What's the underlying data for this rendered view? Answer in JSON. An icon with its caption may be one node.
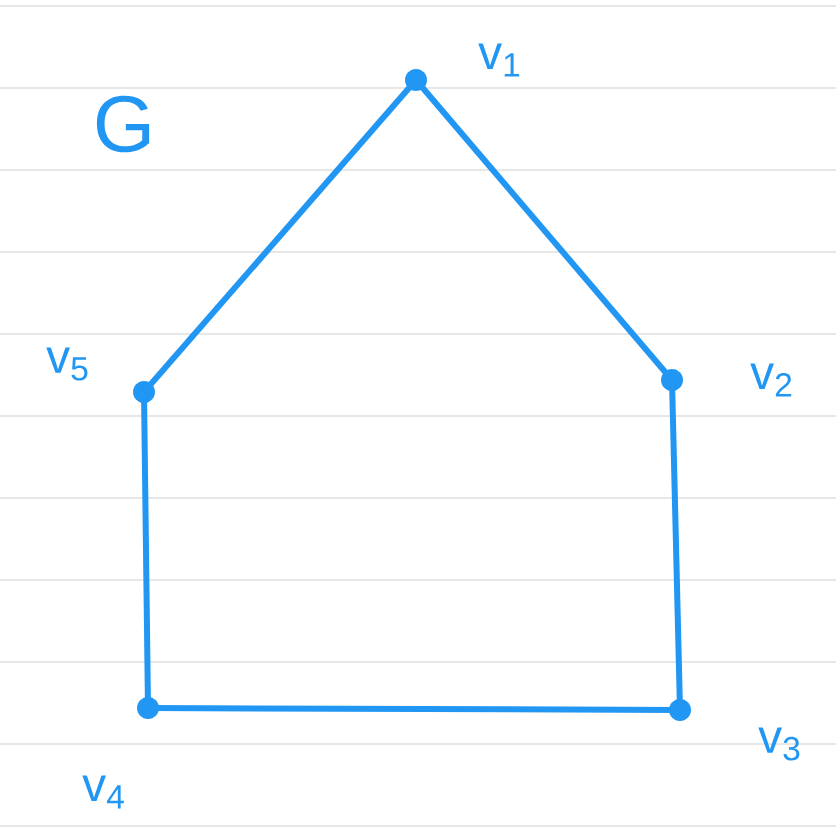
{
  "diagram": {
    "nodes": [
      {
        "text": [],
        "shape": "circle",
        "beside": [
          "v$_{1}$"
        ]
      },
      {
        "text": [],
        "shape": "circle",
        "beside": [
          "v$_{2}$"
        ]
      },
      {
        "text": [],
        "shape": "circle",
        "beside": [
          "v$_{3}$"
        ]
      },
      {
        "text": [],
        "shape": "circle",
        "beside": [
          "v$_{4}$"
        ]
      },
      {
        "text": [],
        "shape": "circle",
        "beside": [
          "v$_{5}$"
        ]
      }
    ],
    "edges": [
      {
        "from": 0,
        "to": 1,
        "arrow": "none"
      },
      {
        "from": 1,
        "to": 2,
        "arrow": "none"
      },
      {
        "from": 2,
        "to": 3,
        "arrow": "none"
      },
      {
        "from": 3,
        "to": 4,
        "arrow": "none"
      },
      {
        "from": 4,
        "to": 0,
        "arrow": "none"
      }
    ],
    "labels": [
      "G"
    ]
  }
}
